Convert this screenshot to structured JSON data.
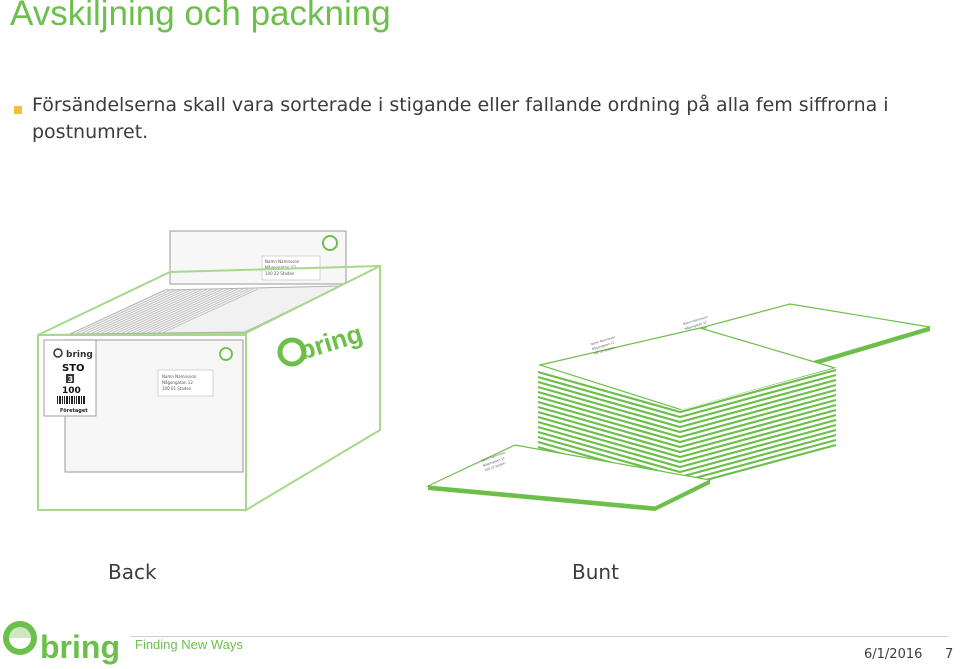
{
  "slide": {
    "title": "Avskiljning och packning",
    "bullet_text": "Försändelserna skall vara sorterade i stigande eller fallande ordning på alla fem siffrorna i postnumret.",
    "captions": {
      "left": "Back",
      "right": "Bunt"
    }
  },
  "illustration": {
    "box_logo": "bring",
    "address_lines": [
      "Namn Namnsson",
      "Någongatan 12",
      "100 22 Staden"
    ],
    "front_address_lines": [
      "Namn Namnsson",
      "Någongatan 12",
      "100 01 Staden"
    ],
    "label": {
      "brand": "bring",
      "code": "STO",
      "digit": "3",
      "number": "100",
      "sender": "Företaget"
    }
  },
  "footer": {
    "logo_text": "bring",
    "tagline": "Finding New Ways",
    "date": "6/1/2016",
    "page": "7"
  },
  "colors": {
    "brand_green": "#6dbf4b",
    "bullet": "#f2c037",
    "text": "#3c3c3c"
  },
  "icons": {
    "bullet": "square-bullet-icon",
    "logo": "bring-logo-icon"
  }
}
